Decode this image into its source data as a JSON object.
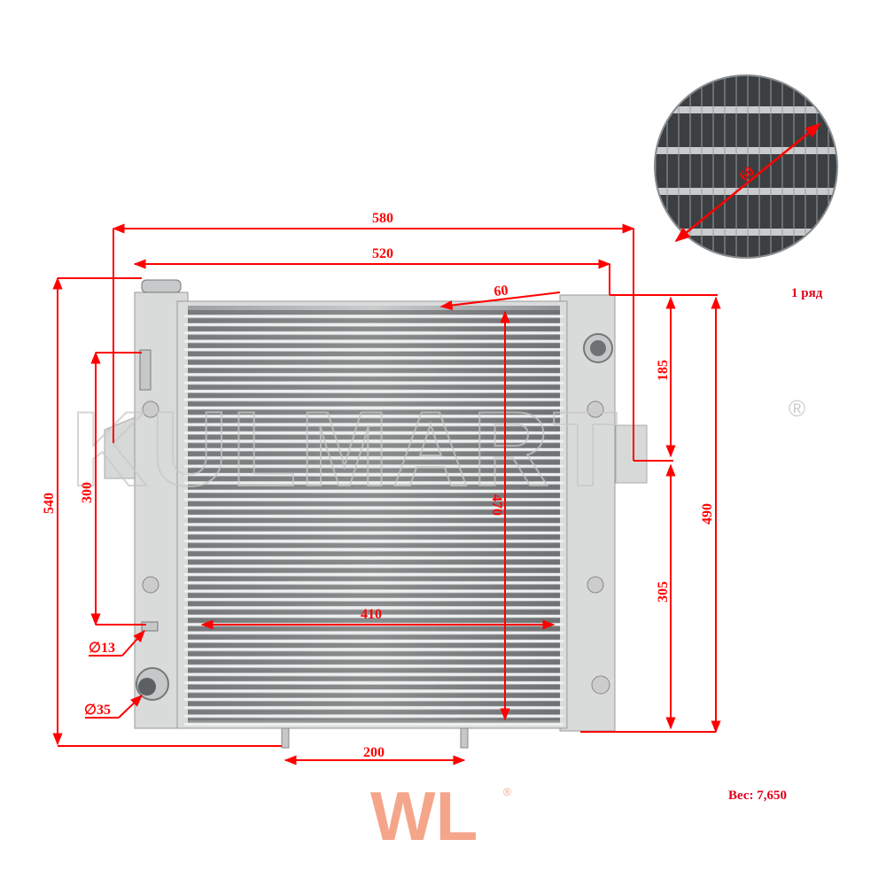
{
  "dimensions": {
    "overall_width": "580",
    "core_tank_width": "520",
    "fin_pitch": "60",
    "overall_height": "540",
    "outlet_height": "300",
    "core_height": "470",
    "core_width": "410",
    "right_upper": "185",
    "right_lower": "305",
    "right_height": "490",
    "mount_spacing": "200",
    "small_pipe_diameter": "∅13",
    "large_pipe_diameter": "∅35"
  },
  "inset": {
    "pitch_label": "60",
    "rows_label": "1 ряд"
  },
  "weight_label": "Вес: 7,650",
  "watermark": {
    "text": "KULMART",
    "registered": "®"
  },
  "logo": {
    "text": "WL",
    "registered": "®"
  },
  "colors": {
    "dimension": "#ff0000",
    "radiator": "#d4d6d6",
    "logo": "#f4a58a"
  }
}
